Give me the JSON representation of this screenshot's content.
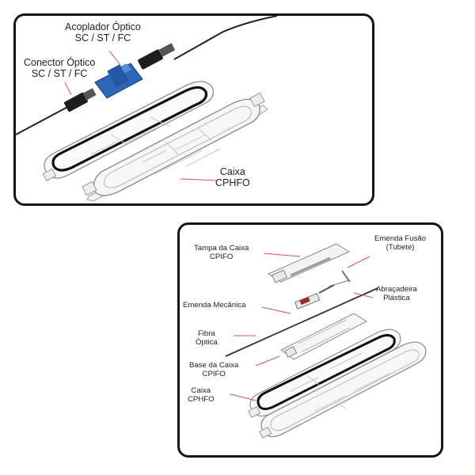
{
  "top_panel": {
    "acoplador": {
      "line1": "Acoplador Óptico",
      "line2": "SC / ST / FC"
    },
    "conector": {
      "line1": "Conector Óptico",
      "line2": "SC / ST / FC"
    },
    "caixa": {
      "line1": "Caixa",
      "line2": "CPHFO"
    }
  },
  "bottom_panel": {
    "tampa": {
      "line1": "Tampa da Caixa",
      "line2": "CPIFO"
    },
    "emenda_fusao": {
      "line1": "Emenda Fusão",
      "line2": "(Tubete)"
    },
    "emenda_mecanica": {
      "line1": "Emenda Mecânica"
    },
    "abracadeira": {
      "line1": "Abraçadeira",
      "line2": "Plástica"
    },
    "fibra": {
      "line1": "Fibra",
      "line2": "Óptica"
    },
    "base": {
      "line1": "Base da Caixa",
      "line2": "CPIFO"
    },
    "caixa": {
      "line1": "Caixa",
      "line2": "CPHFO"
    }
  },
  "colors": {
    "leader_line": "#d9534f",
    "coupler_blue": "#2b66b8",
    "frame": "#151515"
  }
}
